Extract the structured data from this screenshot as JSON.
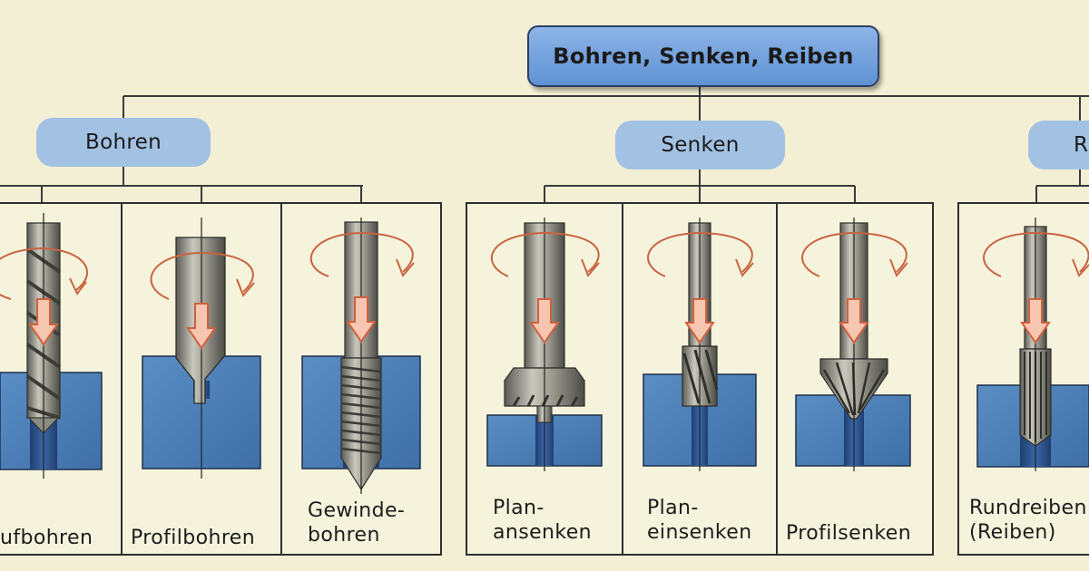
{
  "diagram": {
    "title": "Bohren, Senken, Reiben",
    "categories": {
      "bohren": "Bohren",
      "senken": "Senken",
      "reiben": "R"
    },
    "panels": [
      {
        "label": "ufbohren",
        "tool": "spiral-drill-icon"
      },
      {
        "label": "Profilbohren",
        "tool": "profile-drill-icon"
      },
      {
        "label": "Gewinde-\nbohren",
        "tool": "tap-icon"
      },
      {
        "label": "Plan-\nansenken",
        "tool": "counterbore-icon"
      },
      {
        "label": "Plan-\neinsenken",
        "tool": "spotface-icon"
      },
      {
        "label": "Profilsenken",
        "tool": "countersink-icon"
      },
      {
        "label": "Rundreiben\n(Reiben)",
        "tool": "reamer-icon"
      }
    ],
    "colors": {
      "background": "#f3efd4",
      "block": "#4f82b8",
      "rotation_arrow": "#c8643f",
      "feed_arrow": "#e07a55",
      "line": "#3a3a3a"
    }
  }
}
